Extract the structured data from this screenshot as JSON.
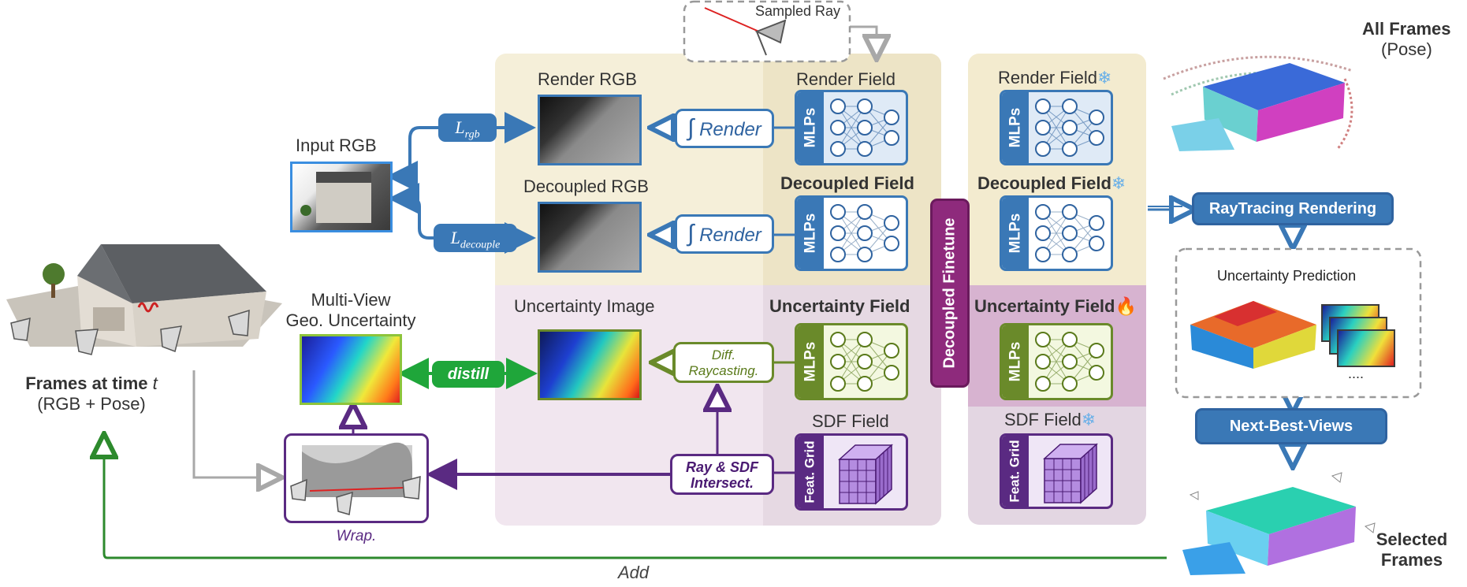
{
  "left": {
    "frames_title": "Frames at time",
    "frames_title_var": "t",
    "frames_sub": "(RGB + Pose)",
    "input_rgb": "Input RGB",
    "multiview_line1": "Multi-View",
    "multiview_line2": "Geo. Uncertainty",
    "wrap": "Wrap.",
    "add": "Add"
  },
  "losses": {
    "rgb_main": "L",
    "rgb_sub": "rgb",
    "decouple_main": "L",
    "decouple_sub": "decouple",
    "distill": "distill"
  },
  "middle": {
    "sampled_ray": "Sampled Ray",
    "render_rgb": "Render RGB",
    "decoupled_rgb": "Decoupled RGB",
    "uncertainty_image": "Uncertainty Image",
    "render_op": "Render",
    "render_op2": "Render",
    "diff_line1": "Diff.",
    "diff_line2": "Raycasting.",
    "ray_line1": "Ray & SDF",
    "ray_line2": "Intersect."
  },
  "fields": {
    "render_field": "Render Field",
    "decoupled_field": "Decoupled Field",
    "uncertainty_field": "Uncertainty Field",
    "sdf_field": "SDF Field",
    "mlps": "MLPs",
    "feat_grid": "Feat. Grid"
  },
  "finetune": {
    "label": "Decoupled Finetune",
    "render_field": "Render Field",
    "decoupled_field": "Decoupled Field",
    "uncertainty_field": "Uncertainty Field",
    "sdf_field": "SDF Field"
  },
  "right": {
    "all_frames": "All Frames",
    "pose": "(Pose)",
    "raytracing": "RayTracing Rendering",
    "uncertainty_prediction": "Uncertainty Prediction",
    "ellipsis": "....",
    "next_best_views": "Next-Best-Views",
    "selected_line1": "Selected",
    "selected_line2": "Frames"
  },
  "colors": {
    "blue": "#3a78b6",
    "blue_dark": "#2f63a0",
    "green": "#6a8a2a",
    "green_bright": "#1fa63a",
    "purple": "#5a2a82",
    "magenta": "#8e2a7c",
    "yellow_panel": "#f4edd6",
    "pink_panel": "#efe3ee",
    "gray_arrow": "#a8a8a8"
  }
}
